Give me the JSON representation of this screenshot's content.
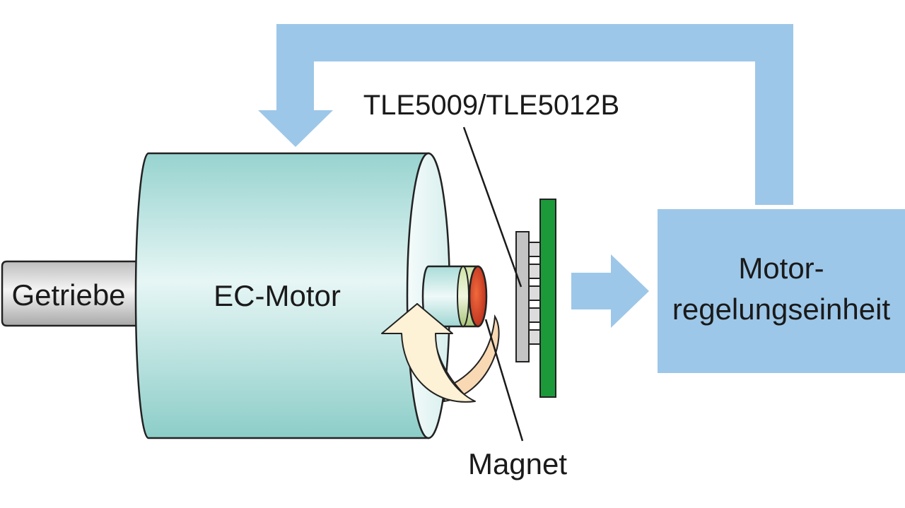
{
  "labels": {
    "sensor": "TLE5009/TLE5012B",
    "gearbox": "Getriebe",
    "motor": "EC-Motor",
    "magnet": "Magnet",
    "controller_line1": "Motor-",
    "controller_line2": "regelungseinheit"
  },
  "colors": {
    "arrow_blue": "#9dc7e8",
    "controller_blue": "#9dc7e8",
    "motor_teal": "#a9ddd9",
    "pcb_green": "#1c9a3a",
    "chip_gray": "#c4c4c4",
    "magnet_red": "#d83a2a",
    "rotation_arrow": "#fbeed0"
  },
  "icons": {
    "rotation": "rotation-arrow-icon",
    "feedback": "feedback-arrow-icon",
    "signal": "signal-arrow-icon"
  }
}
